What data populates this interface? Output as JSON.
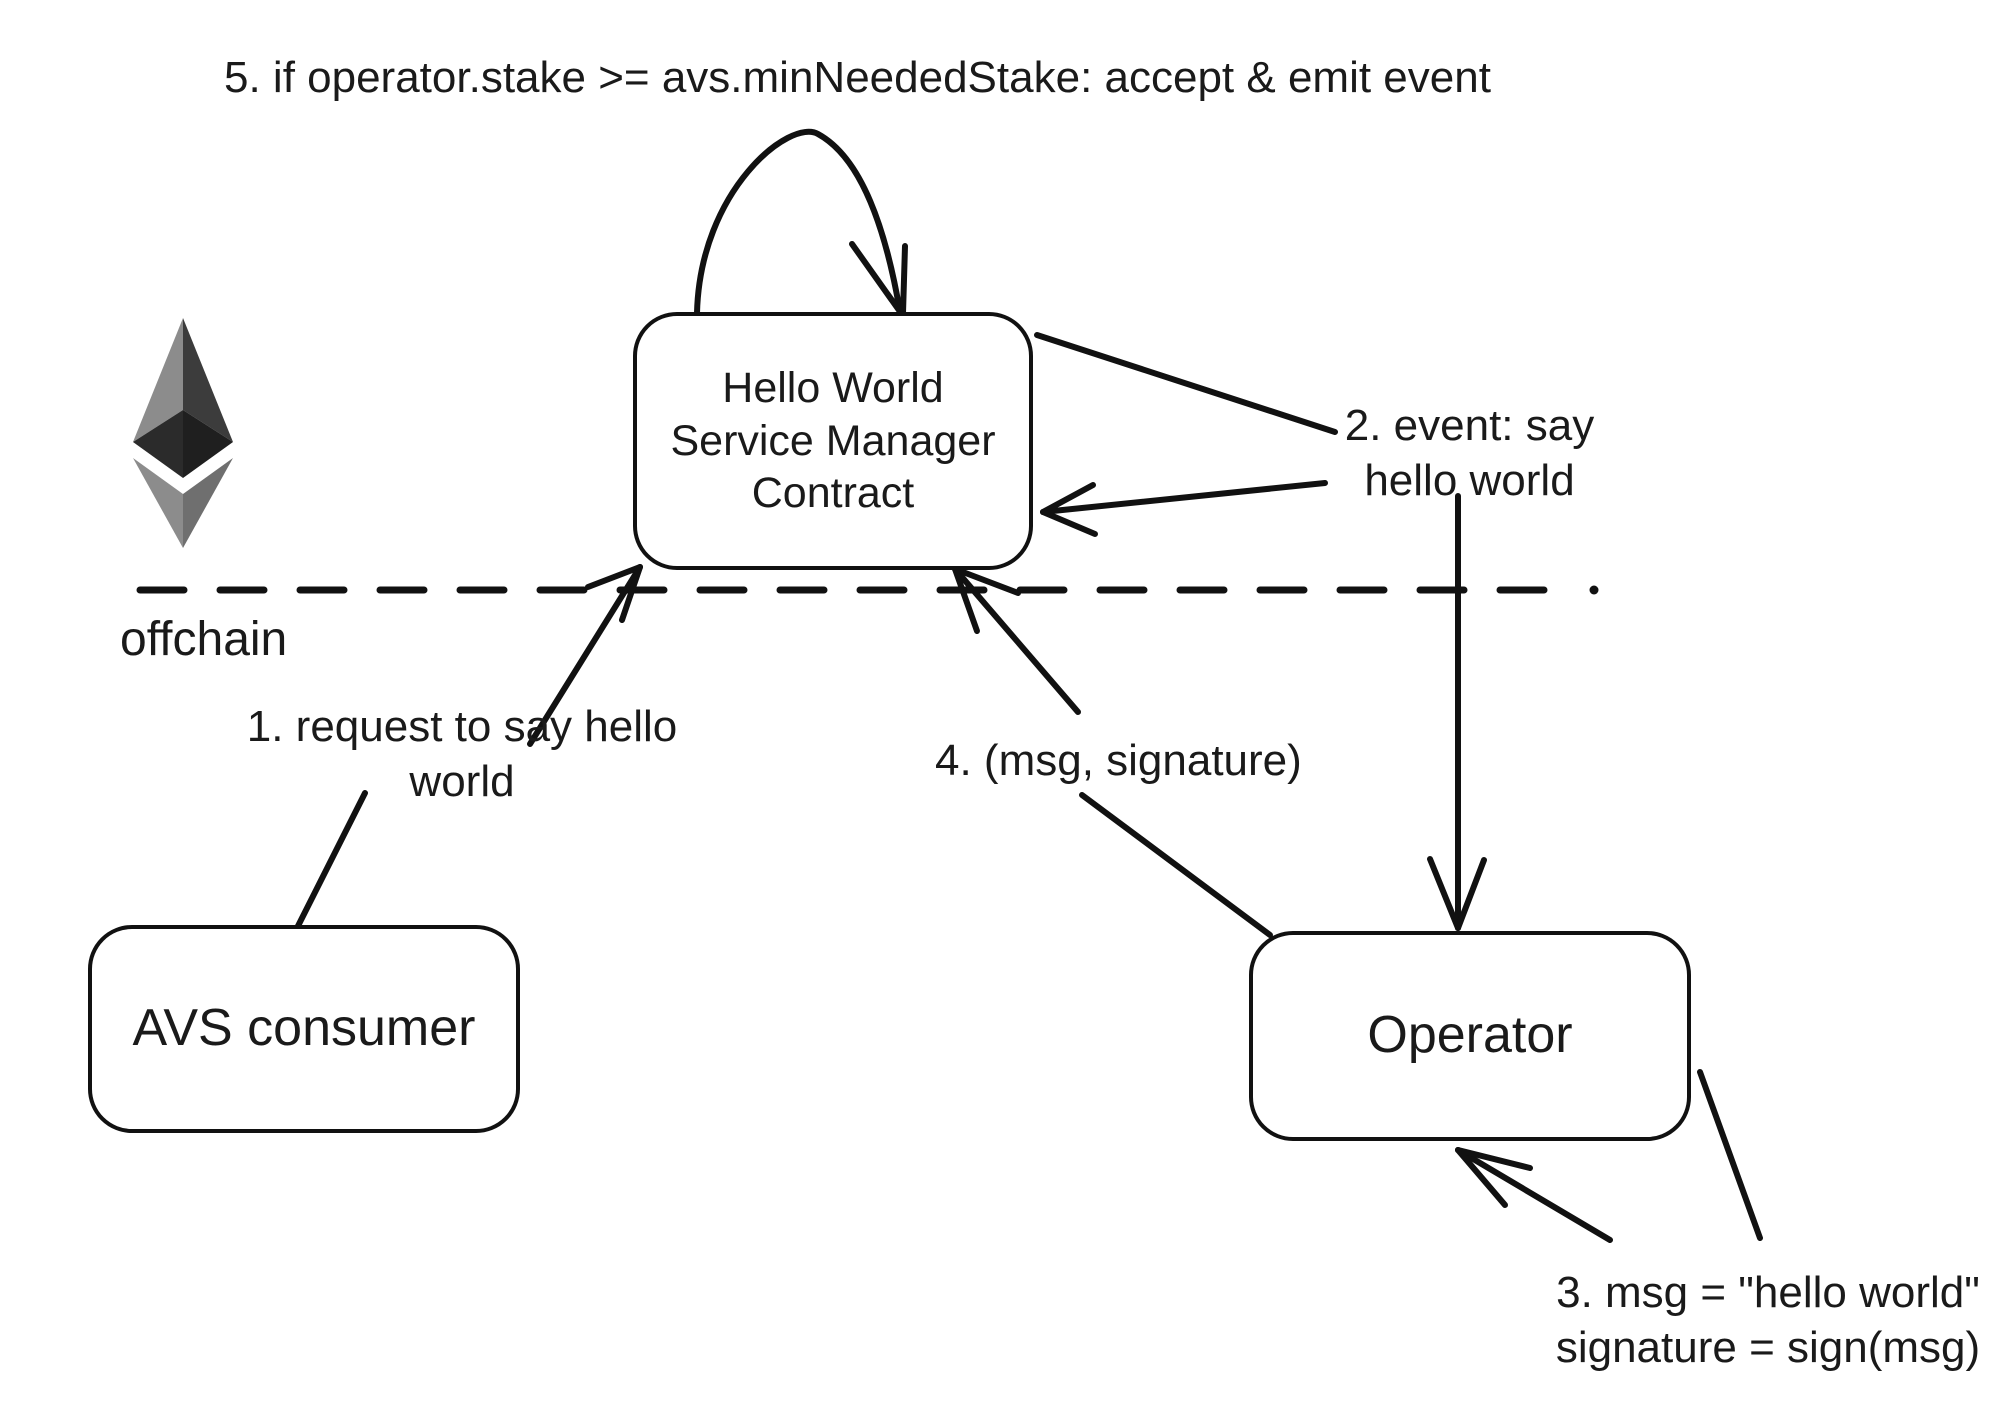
{
  "diagram": {
    "title_text": "EigenLayer Hello World AVS flow",
    "boundary_label": "offchain",
    "boundary_line": "dashed"
  },
  "nodes": [
    {
      "id": "service-manager",
      "label": "Hello World\nService Manager\nContract",
      "shape": "rounded-rectangle"
    },
    {
      "id": "avs-consumer",
      "label": "AVS consumer",
      "shape": "rounded-rectangle"
    },
    {
      "id": "operator",
      "label": "Operator",
      "shape": "rounded-rectangle"
    }
  ],
  "captions": {
    "step5": "5. if operator.stake >= avs.minNeededStake: accept & emit event",
    "step2": "2. event: say\nhello world",
    "step1": "1. request to say hello\nworld",
    "step4": "4. (msg, signature)",
    "step3": "3. msg = \"hello world\"\nsignature = sign(msg)"
  },
  "icons": {
    "ethereum": "ethereum-logo"
  },
  "colors": {
    "stroke": "#111111",
    "background": "#ffffff",
    "text": "#1a1a1a",
    "eth_light_gray": "#8c8c8c",
    "eth_mid_gray": "#6f6f6f",
    "eth_dark_gray": "#3c3c3c",
    "eth_darkest": "#262626"
  }
}
